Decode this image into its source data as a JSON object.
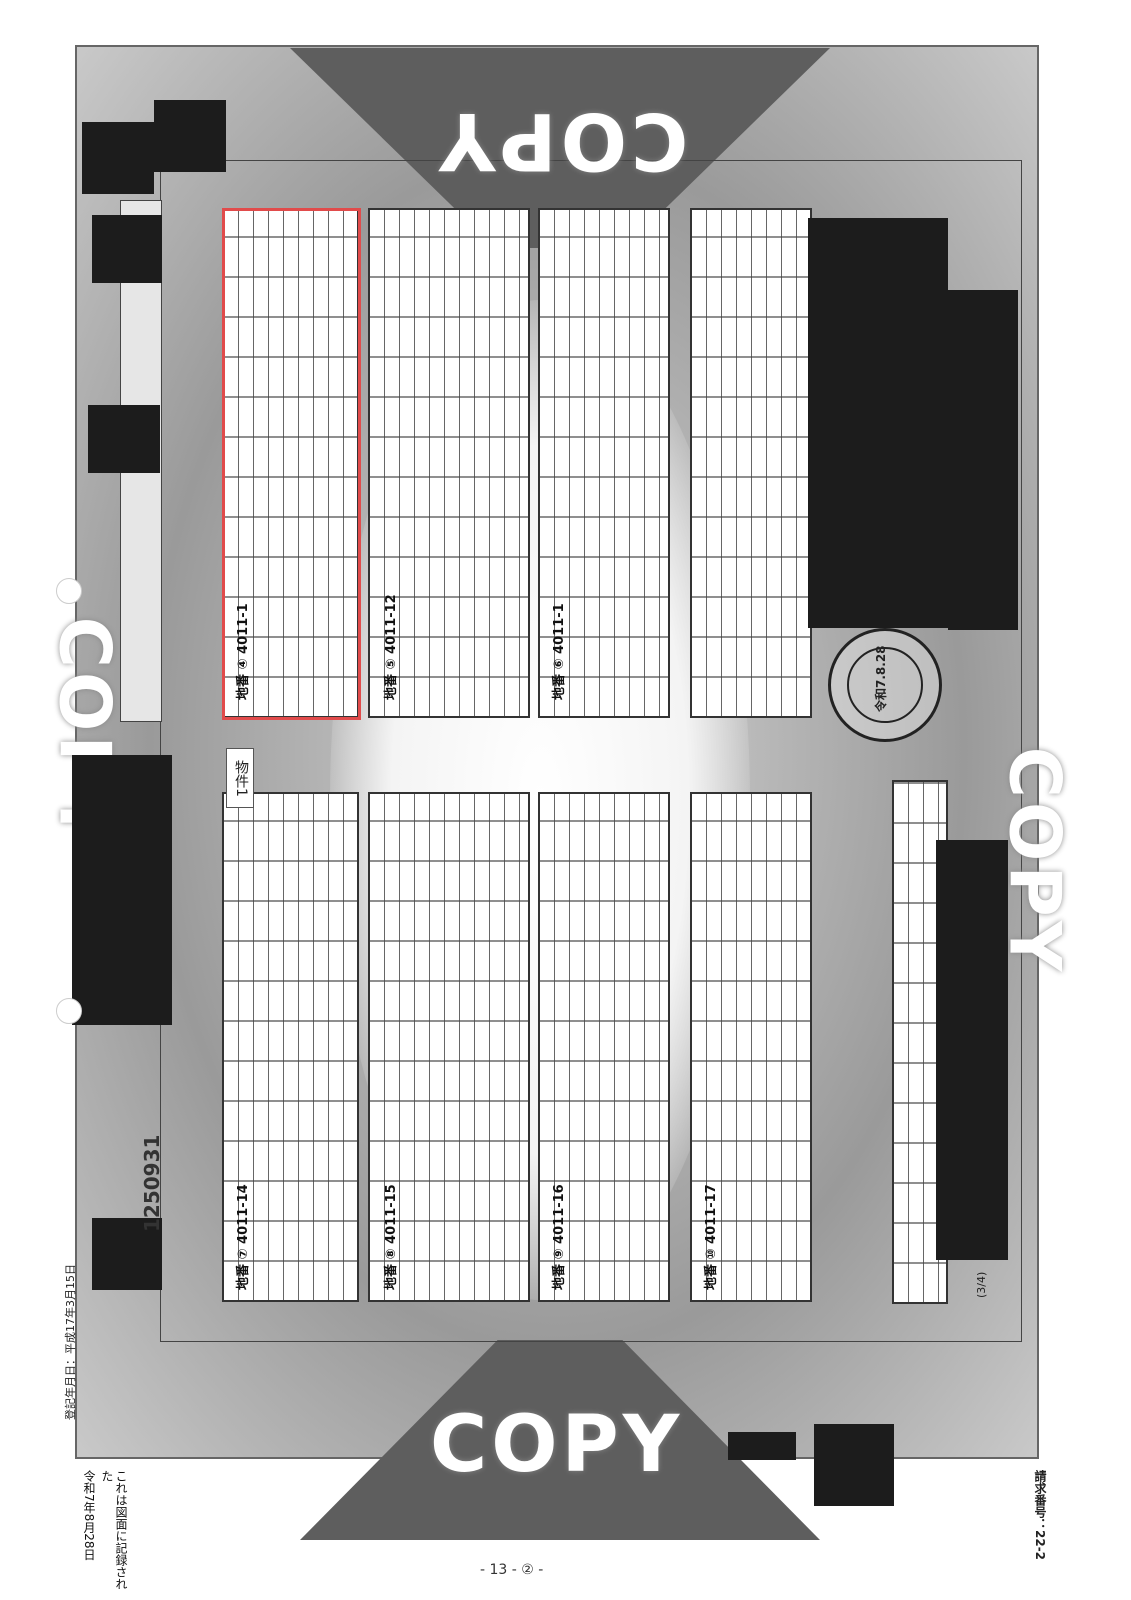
{
  "document": {
    "doc_number": "1250931",
    "item_label": "物件1",
    "registration_date": "登記年月日：平成17年3月15日",
    "certification_line_1": "令和7年8月28日",
    "certification_line_2": "これは図面に記録された",
    "page_number": "- 13 - ② -",
    "request_number": "請求番号：22-2",
    "page_fraction": "(3/4)",
    "seal_date": "令和7.8.28"
  },
  "watermark": {
    "text": "COPY"
  },
  "tables": [
    {
      "title": "地番 ④ 4011-1"
    },
    {
      "title": "地番 ⑤ 4011-12"
    },
    {
      "title": "地番 ⑥ 4011-1"
    },
    {
      "title": "地番 ⑦ 4011-14"
    },
    {
      "title": "地番 ⑧ 4011-15"
    },
    {
      "title": "地番 ⑨ 4011-16"
    },
    {
      "title": "地番 ⑩ 4011-17"
    }
  ]
}
